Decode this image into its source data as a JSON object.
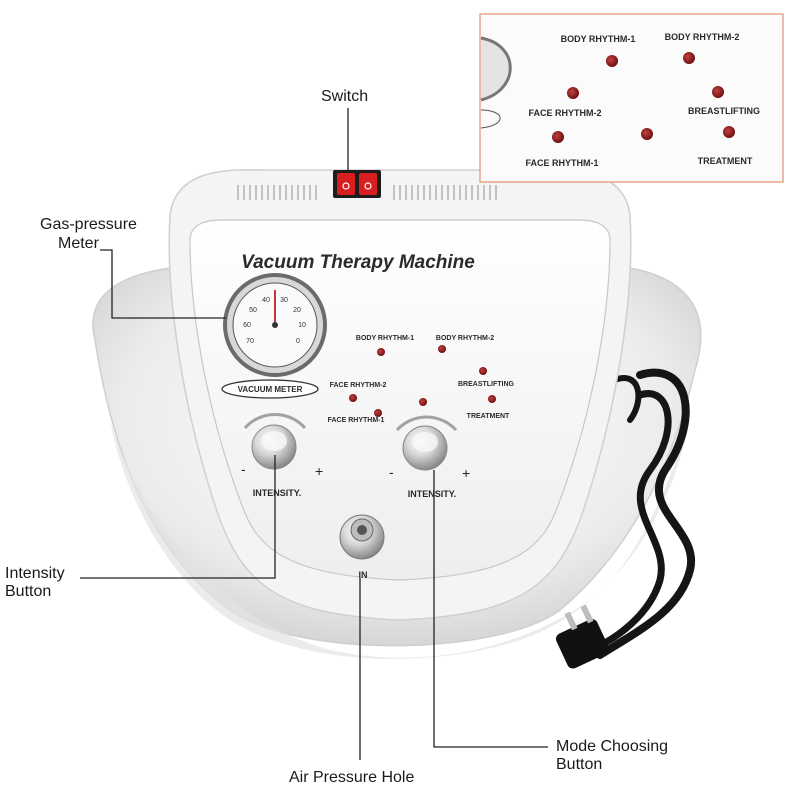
{
  "machine": {
    "title": "Vacuum Therapy Machine",
    "meter_label": "VACUUM METER",
    "intensity_left": "INTENSITY.",
    "intensity_right": "INTENSITY.",
    "minus": "-",
    "plus": "+",
    "inlet": "IN",
    "modes": {
      "body_rhythm_1": "BODY RHYTHM-1",
      "body_rhythm_2": "BODY RHYTHM-2",
      "face_rhythm_2": "FACE RHYTHM-2",
      "breastlifting": "BREASTLIFTING",
      "face_rhythm_1": "FACE RHYTHM-1",
      "treatment": "TREATMENT"
    },
    "gauge_ticks": [
      "0",
      "10",
      "20",
      "30",
      "40",
      "50",
      "60",
      "70"
    ]
  },
  "inset": {
    "body_rhythm_1": "BODY RHYTHM-1",
    "body_rhythm_2": "BODY RHYTHM-2",
    "face_rhythm_2": "FACE RHYTHM-2",
    "breastlifting": "BREASTLIFTING",
    "face_rhythm_1": "FACE RHYTHM-1",
    "treatment": "TREATMENT"
  },
  "callouts": {
    "switch": "Switch",
    "gas_pressure_meter_l1": "Gas-pressure",
    "gas_pressure_meter_l2": "Meter",
    "intensity_button_l1": "Intensity",
    "intensity_button_l2": "Button",
    "mode_choosing_button_l1": "Mode Choosing",
    "mode_choosing_button_l2": "Button",
    "air_pressure_hole": "Air Pressure Hole"
  },
  "colors": {
    "body": "#f2f2f2",
    "switch_red": "#d81e1e",
    "led": "#8e1a1a",
    "inset_border": "#e7a58a"
  }
}
